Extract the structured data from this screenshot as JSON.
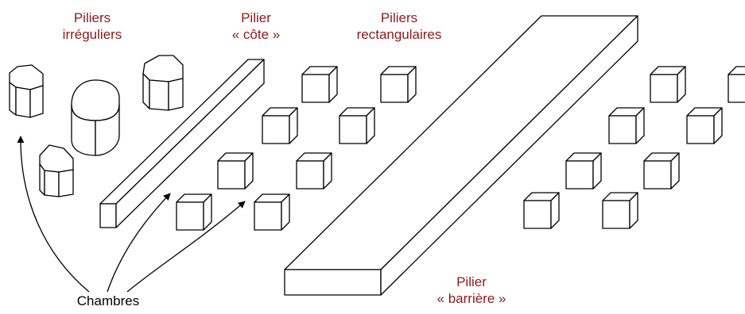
{
  "labels": {
    "irregular": [
      "Piliers",
      "irréguliers"
    ],
    "rib": [
      "Pilier",
      "« côte »"
    ],
    "rectangular": [
      "Piliers",
      "rectangulaires"
    ],
    "barrier": [
      "Pilier",
      "« barrière »"
    ],
    "rooms": "Chambres"
  },
  "colors": {
    "label": "#8b1a1a",
    "outline": "#000000",
    "background": "#ffffff"
  }
}
